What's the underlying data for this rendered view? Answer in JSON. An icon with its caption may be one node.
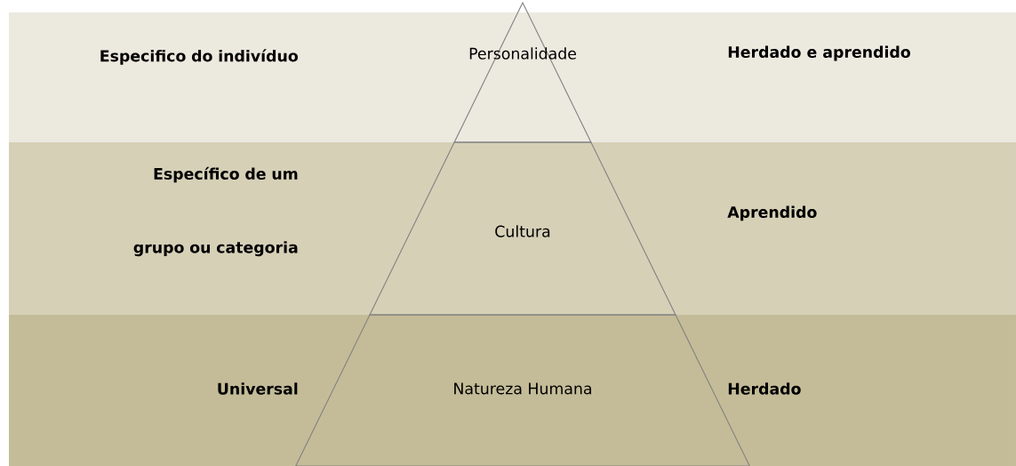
{
  "diagram": {
    "nodes": [
      {
        "text": [
          "Especifico do indivíduo",
          "Herdado e aprendido"
        ]
      },
      {
        "text": [
          "Personalidade"
        ],
        "in": 0
      },
      {
        "text": [
          "Específico de um grupo ou categoria",
          "Aprendido"
        ]
      },
      {
        "text": [
          "Cultura"
        ],
        "in": 2
      },
      {
        "text": [
          "Universal",
          "Herdado"
        ]
      },
      {
        "text": [
          "Natureza Humana"
        ],
        "in": 4
      }
    ]
  }
}
